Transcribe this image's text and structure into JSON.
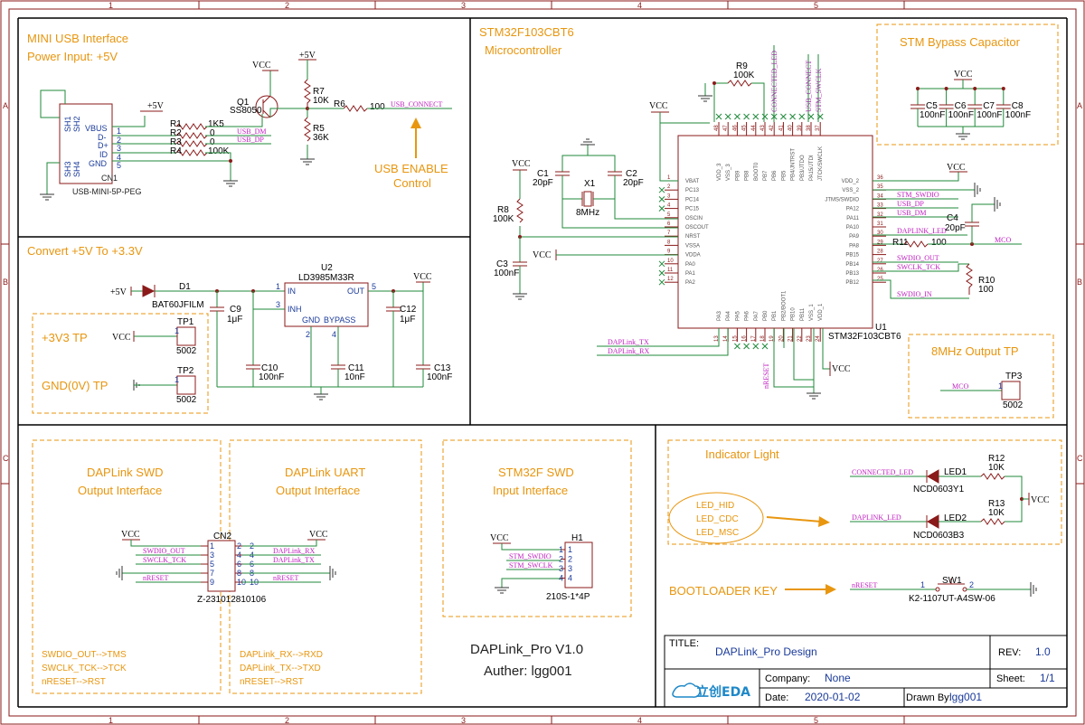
{
  "grid": {
    "cols": [
      "1",
      "2",
      "3",
      "4",
      "5"
    ],
    "rows": [
      "A",
      "B",
      "C"
    ]
  },
  "sections": {
    "usb_title1": "MINI USB   Interface",
    "usb_title2": "Power Input: +5V",
    "usb_enable1": "USB ENABLE",
    "usb_enable2": "Control",
    "mcu_title1": "STM32F103CBT6",
    "mcu_title2": "Microcontroller",
    "bypass": "STM Bypass Capacitor",
    "convert": "Convert +5V To +3.3V",
    "tp33": "+3V3 TP",
    "tpgnd": "GND(0V) TP",
    "osc_tp": "8MHz Output TP",
    "swd1": "DAPLink SWD",
    "swd2": "Output Interface",
    "uart1": "DAPLink UART",
    "uart2": "Output Interface",
    "stmswd1": "STM32F SWD",
    "stmswd2": "Input Interface",
    "indicator": "Indicator Light",
    "boot": "BOOTLOADER KEY",
    "led_hid": "LED_HID",
    "led_cdc": "LED_CDC",
    "led_msc": "LED_MSC"
  },
  "notes": {
    "swd_map": [
      "SWDIO_OUT-->TMS",
      "SWCLK_TCK-->TCK",
      "nRESET-->RST"
    ],
    "uart_map": [
      "DAPLink_RX-->RXD",
      "DAPLink_TX-->TXD",
      "nRESET-->RST"
    ],
    "version": "DAPLink_Pro V1.0",
    "author": "Auther: lgg001"
  },
  "power": {
    "vcc": "VCC",
    "p5v": "+5V"
  },
  "usb": {
    "pins_left": [
      "SH1",
      "SH2",
      "SH3",
      "SH4"
    ],
    "pins": [
      "VBUS",
      "D-",
      "D+",
      "ID",
      "GND"
    ],
    "pin_nums": [
      "1",
      "2",
      "3",
      "4",
      "5"
    ],
    "ref": "CN1",
    "part": "USB-MINI-5P-PEG",
    "r_refs": [
      "R1",
      "R2",
      "R3",
      "R4"
    ],
    "r_vals": [
      "1K5",
      "0",
      "0",
      "100K"
    ],
    "nets": [
      "USB_DM",
      "USB_DP"
    ]
  },
  "q1": {
    "ref": "Q1",
    "part": "SS8050"
  },
  "r7": {
    "ref": "R7",
    "val": "10K"
  },
  "r5": {
    "ref": "R5",
    "val": "36K"
  },
  "r6": {
    "ref": "R6",
    "val": "100"
  },
  "usb_connect": "USB_CONNECT",
  "mcu": {
    "ref": "U1",
    "part": "STM32F103CBT6",
    "left_pins": [
      "VBAT",
      "PC13",
      "PC14",
      "PC15",
      "OSCIN",
      "OSCOUT",
      "NRST",
      "VSSA",
      "VDDA",
      "PA0",
      "PA1",
      "PA2"
    ],
    "left_nums": [
      "1",
      "2",
      "3",
      "4",
      "5",
      "6",
      "7",
      "8",
      "9",
      "10",
      "11",
      "12"
    ],
    "right_pins": [
      "VDD_2",
      "VSS_2",
      "JTMS/SWDIO",
      "PA12",
      "PA11",
      "PA10",
      "PA9",
      "PA8",
      "PB15",
      "PB14",
      "PB13",
      "PB12"
    ],
    "right_nums": [
      "36",
      "35",
      "34",
      "33",
      "32",
      "31",
      "30",
      "29",
      "28",
      "27",
      "26",
      "25"
    ],
    "top_pins": [
      "VDD_3",
      "VSS_3",
      "PB9",
      "PB8",
      "BOOT0",
      "PB7",
      "PB6",
      "PB5",
      "PB4/JNTRST",
      "PB3/JTDO",
      "PA15/JTDI",
      "JTCK/SWCLK"
    ],
    "top_nums": [
      "48",
      "47",
      "46",
      "45",
      "44",
      "43",
      "42",
      "41",
      "40",
      "39",
      "38",
      "37"
    ],
    "bottom_pins": [
      "PA3",
      "PA4",
      "PA5",
      "PA6",
      "PA7",
      "PB0",
      "PB1",
      "PB2/BOOT1",
      "PB10",
      "PB11",
      "VSS_1",
      "VDD_1"
    ],
    "bottom_nums": [
      "13",
      "14",
      "15",
      "16",
      "17",
      "18",
      "19",
      "20",
      "21",
      "22",
      "23",
      "24"
    ],
    "top_nets": [
      "CONNECTED_LED",
      "USB_CONNECT",
      "STM_SWCLK"
    ],
    "right_nets": [
      "STM_SWDIO",
      "USB_DP",
      "USB_DM",
      "DAPLINK_LED",
      "SWDIO_OUT",
      "SWCLK_TCK",
      "SWDIO_IN",
      "MCO"
    ],
    "bottom_nets": [
      "DAPLink_TX",
      "DAPLink_RX",
      "nRESET"
    ]
  },
  "r9": {
    "ref": "R9",
    "val": "100K"
  },
  "r8": {
    "ref": "R8",
    "val": "100K"
  },
  "r11": {
    "ref": "R11",
    "val": "100"
  },
  "r10": {
    "ref": "R10",
    "val": "100"
  },
  "c1": {
    "ref": "C1",
    "val": "20pF"
  },
  "c2": {
    "ref": "C2",
    "val": "20pF"
  },
  "c3": {
    "ref": "C3",
    "val": "100nF"
  },
  "c4": {
    "ref": "C4",
    "val": "20pF"
  },
  "x1": {
    "ref": "X1",
    "val": "8MHz"
  },
  "bypass_caps": [
    {
      "ref": "C5",
      "val": "100nF"
    },
    {
      "ref": "C6",
      "val": "100nF"
    },
    {
      "ref": "C7",
      "val": "100nF"
    },
    {
      "ref": "C8",
      "val": "100nF"
    }
  ],
  "reg": {
    "d1_ref": "D1",
    "d1_part": "BAT60JFILM",
    "u2_ref": "U2",
    "u2_part": "LD3985M33R",
    "pins": [
      "IN",
      "INH",
      "OUT",
      "GND",
      "BYPASS"
    ],
    "pin_nums": [
      "1",
      "3",
      "5",
      "2",
      "4"
    ],
    "c9": "C9",
    "c9v": "1μF",
    "c10": "C10",
    "c10v": "100nF",
    "c11": "C11",
    "c11v": "10nF",
    "c12": "C12",
    "c12v": "1μF",
    "c13": "C13",
    "c13v": "100nF"
  },
  "tp": [
    {
      "ref": "TP1",
      "part": "5002",
      "pin": "1"
    },
    {
      "ref": "TP2",
      "part": "5002",
      "pin": "1"
    },
    {
      "ref": "TP3",
      "part": "5002",
      "pin": "1"
    }
  ],
  "cn2": {
    "ref": "CN2",
    "part": "Z-231012810106",
    "left_nets": [
      "SWDIO_OUT",
      "SWCLK_TCK",
      "nRESET"
    ],
    "right_nets": [
      "DAPLink_RX",
      "DAPLink_TX",
      "nRESET"
    ],
    "left_nums": [
      "1",
      "3",
      "5",
      "7",
      "9"
    ],
    "right_nums": [
      "2",
      "4",
      "6",
      "8",
      "10"
    ]
  },
  "h1": {
    "ref": "H1",
    "part": "210S-1*4P",
    "nets": [
      "STM_SWDIO",
      "STM_SWCLK"
    ],
    "nums": [
      "1",
      "2",
      "3",
      "4"
    ]
  },
  "leds": [
    {
      "net": "CONNECTED_LED",
      "ref": "LED1",
      "part": "NCD0603Y1",
      "r": "R12",
      "rv": "10K"
    },
    {
      "net": "DAPLINK_LED",
      "ref": "LED2",
      "part": "NCD0603B3",
      "r": "R13",
      "rv": "10K"
    }
  ],
  "sw": {
    "ref": "SW1",
    "part": "K2-1107UT-A4SW-06",
    "net": "nRESET",
    "p1": "1",
    "p2": "2"
  },
  "mco": "MCO",
  "titleblock": {
    "title_lbl": "TITLE:",
    "title": "DAPLink_Pro Design",
    "rev_lbl": "REV:",
    "rev": "1.0",
    "company_lbl": "Company:",
    "company": "None",
    "sheet_lbl": "Sheet:",
    "sheet": "1/1",
    "date_lbl": "Date:",
    "date": "2020-01-02",
    "drawn_lbl": "Drawn By:",
    "drawn": "lgg001",
    "logo": "立创EDA"
  }
}
